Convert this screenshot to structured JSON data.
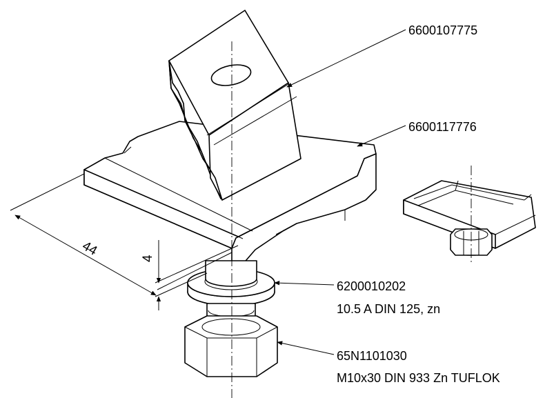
{
  "callouts": {
    "top_part": "6600107775",
    "base_part": "6600117776",
    "washer_part": "6200010202",
    "washer_spec": "10.5 A DIN 125, zn",
    "nut_part": "65N1101030",
    "nut_spec": "M10x30 DIN 933 Zn TUFLOK"
  },
  "dimensions": {
    "length": "44",
    "height": "4"
  }
}
